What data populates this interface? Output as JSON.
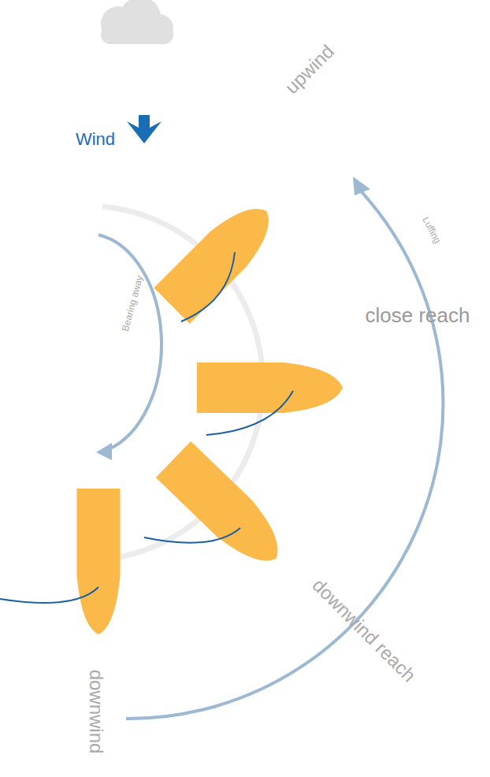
{
  "diagram": {
    "labels": [
      "Wind",
      "upwind",
      "Luffing",
      "Bearing away",
      "close reach",
      "downwind reach",
      "downwind"
    ]
  }
}
